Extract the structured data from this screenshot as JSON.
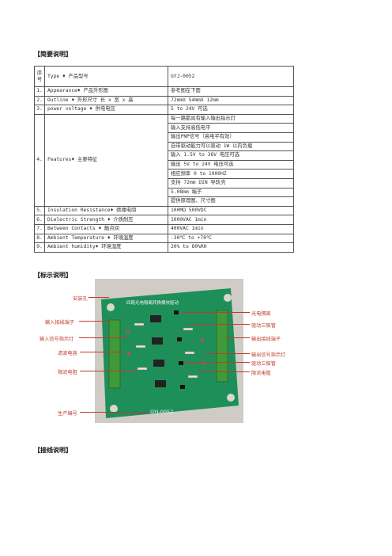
{
  "sections": {
    "brief_title": "【简要说明】",
    "label_title": "【标示说明】",
    "wiring_title": "【接线说明】"
  },
  "spec_table": {
    "header": {
      "index": "序号",
      "name": "Type ♦  产品型号",
      "value": "GYJ-0052"
    },
    "rows": [
      {
        "index": "1.",
        "name": "Appearance♦ 产品外形图",
        "value": "参考图在下面"
      },
      {
        "index": "2.",
        "name": "Outline ♦ 外形尺寸 长 x 宽 x 高",
        "value": "72mmX 54mmX 12mm"
      },
      {
        "index": "3.",
        "name": "power voltage  ♦ 供电电压",
        "value": "5 to 24V 可选"
      }
    ],
    "features": {
      "index": "4.",
      "name": "Features♦ 主要特征",
      "items": [
        "每一路都具有输入输出指示灯",
        "输入支持高低电平",
        "输出PNP信号（高电平有效）",
        "自带驱动能力可以驱动 1W 以内负载",
        "输入 1.5V to 36V 电压可选",
        "输出 5V to 24V 电压可选",
        "相应频率 0 to 1000HZ",
        "支持 72mm DIN 导轨壳",
        "5.08mm 端子",
        "提供原理图、尺寸图"
      ]
    },
    "rows_after": [
      {
        "index": "5.",
        "name": "Insulation Resistance♦ 绝缘电阻",
        "value": "100MΩ  500VDC"
      },
      {
        "index": "6.",
        "name": "Dielectric Strength ♦ 介质耐压",
        "value": "1000VAC 1min"
      },
      {
        "index": "7.",
        "name": "Between Contacts  ♦ 触点间",
        "value": "400VAC 1min"
      },
      {
        "index": "8.",
        "name": "Ambient Temperature ♦ 环境温度",
        "value": "-30℃ to +70℃"
      },
      {
        "index": "9.",
        "name": "Ambient humidity♦ 环境湿度",
        "value": "20% to 80%RH"
      }
    ]
  },
  "annotations": {
    "mount_hole": "安装孔",
    "input_terminal": "输入接线端子",
    "input_indicator": "输入信号指示灯",
    "filter_cap": "滤波电容",
    "current_limit_left": "限流电阻",
    "serial_number": "生产编号",
    "optocoupler": "光电隔离",
    "driver_transistor_1": "驱动三极管",
    "output_terminal": "输出接线端子",
    "output_indicator": "输出信号指示灯",
    "driver_transistor_2": "驱动三极管",
    "current_limit_right": "限流电阻"
  },
  "board": {
    "title_print": "四路光电隔离转换模块驱动",
    "model_print": "GYJ-0052",
    "colors": {
      "pcb": "#1f8f5a",
      "terminal": "#3f9a3a",
      "label": "#c03a2b"
    }
  }
}
